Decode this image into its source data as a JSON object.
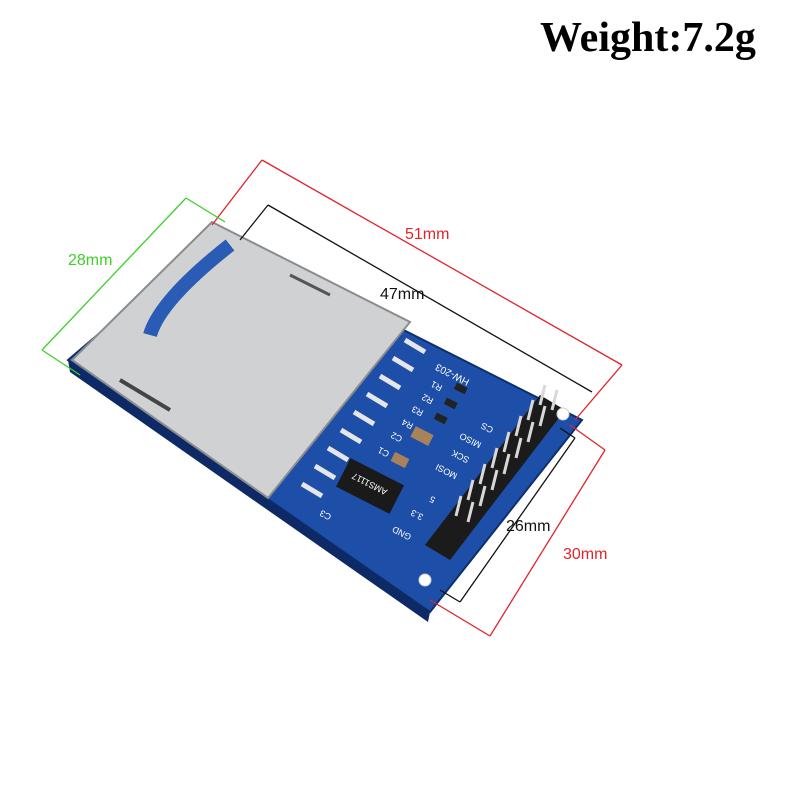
{
  "title": "Weight:7.2g",
  "dimensions": {
    "length_outer": "51mm",
    "length_inner": "47mm",
    "width_card": "28mm",
    "width_inner": "26mm",
    "width_outer": "30mm"
  },
  "board": {
    "model": "HW-203",
    "labels": [
      "R1",
      "R2",
      "R3",
      "R4",
      "C2",
      "C1",
      "C3",
      "GND",
      "3.3",
      "5",
      "CS",
      "SCK",
      "MOSI",
      "MISO",
      "AMS1117"
    ]
  },
  "colors": {
    "red_dimension": "#e0242a",
    "black_dimension": "#111111",
    "green_dimension": "#3ecf2a",
    "pcb_blue": "#1d4fa8",
    "metal": "#c9cbcd"
  }
}
